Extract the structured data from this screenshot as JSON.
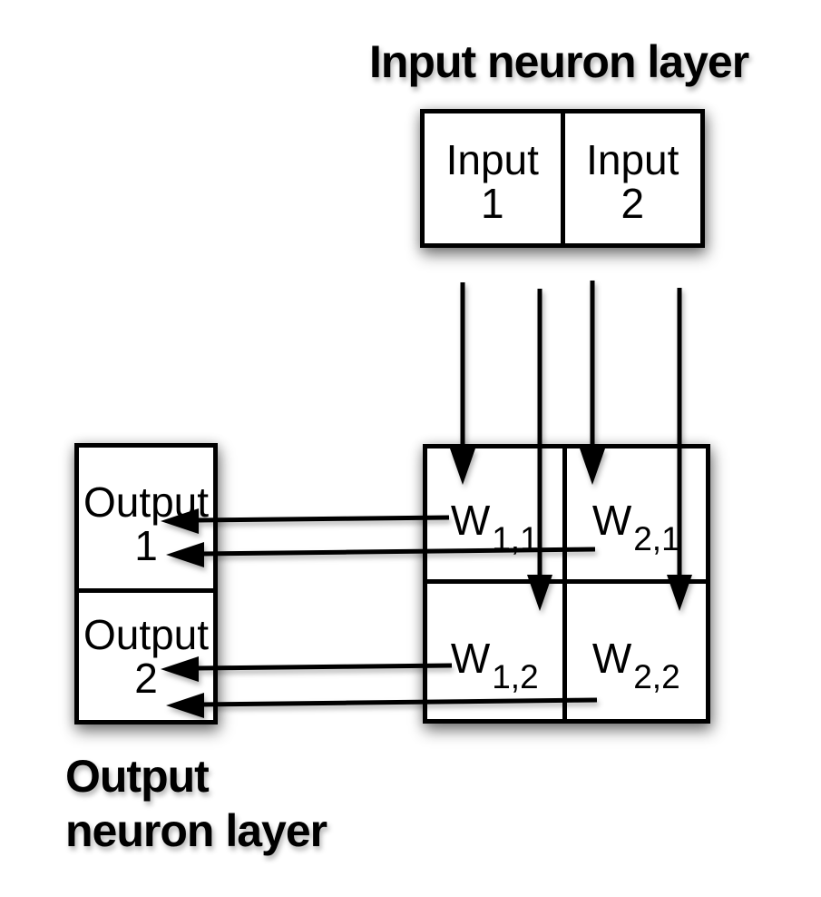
{
  "colors": {
    "ink": "#000000",
    "paper": "#ffffff"
  },
  "input_layer": {
    "title": "Input neuron layer",
    "cells": [
      {
        "name": "Input",
        "index": "1"
      },
      {
        "name": "Input",
        "index": "2"
      }
    ]
  },
  "weight_matrix": {
    "cells": [
      {
        "base": "W",
        "sub": "1,1"
      },
      {
        "base": "W",
        "sub": "2,1"
      },
      {
        "base": "W",
        "sub": "1,2"
      },
      {
        "base": "W",
        "sub": "2,2"
      }
    ]
  },
  "output_layer": {
    "title_lines": [
      "Output",
      "neuron layer"
    ],
    "cells": [
      {
        "name": "Output",
        "index": "1"
      },
      {
        "name": "Output",
        "index": "2"
      }
    ]
  },
  "connections": [
    {
      "from": "Input 1",
      "to": "W 1,1"
    },
    {
      "from": "Input 1",
      "to": "W 1,2"
    },
    {
      "from": "Input 2",
      "to": "W 2,1"
    },
    {
      "from": "Input 2",
      "to": "W 2,2"
    },
    {
      "from": "W 1,1",
      "to": "Output 1"
    },
    {
      "from": "W 2,1",
      "to": "Output 1"
    },
    {
      "from": "W 1,2",
      "to": "Output 2"
    },
    {
      "from": "W 2,2",
      "to": "Output 2"
    }
  ]
}
